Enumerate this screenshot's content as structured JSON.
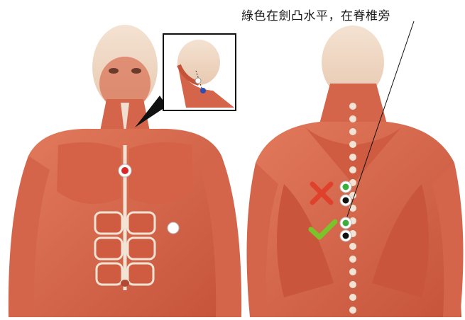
{
  "caption": "綠色在劍凸水平，在脊椎旁",
  "colors": {
    "skin": "#f0d9c6",
    "muscle": "#d9674a",
    "muscle_dark": "#b84a32",
    "tendon": "#f3e3d4",
    "marker_red": "#d92a2a",
    "marker_blue": "#2a4fb0",
    "marker_green": "#3cae3c",
    "marker_black": "#111111",
    "cross_red": "#e0412d",
    "check_green": "#7cc22a"
  },
  "figures": {
    "front": {
      "name": "front-torso-muscles"
    },
    "back": {
      "name": "back-torso-muscles"
    },
    "inset": {
      "name": "head-side-inset"
    }
  },
  "markers": {
    "front_sternum": "red",
    "front_side": "white",
    "inset_neck_upper": "white",
    "inset_neck_lower": "blue",
    "back_upper_green": "green",
    "back_upper_black": "black",
    "back_lower_green": "green",
    "back_lower_black": "black"
  },
  "symbols": {
    "wrong": "cross-icon",
    "correct": "check-icon"
  }
}
